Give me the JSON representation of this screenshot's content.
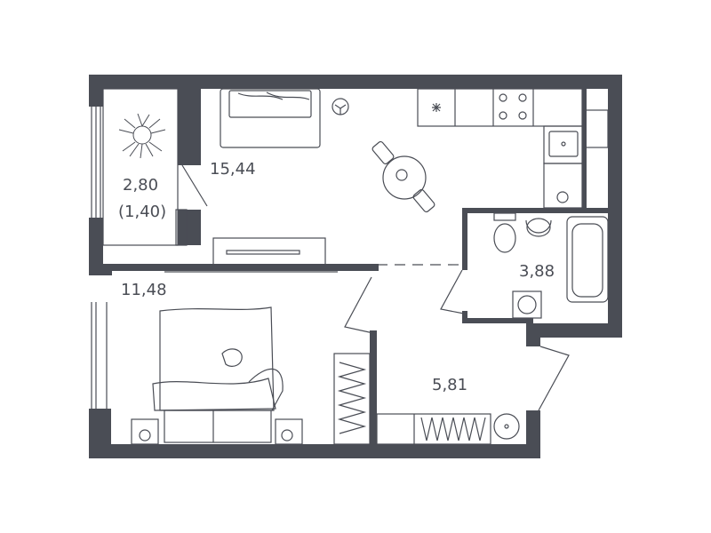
{
  "rooms": {
    "balcony": {
      "area": "2,80",
      "reduced_area": "(1,40)"
    },
    "living_kitchen": {
      "area": "15,44"
    },
    "bedroom": {
      "area": "11,48"
    },
    "bathroom": {
      "area": "3,88"
    },
    "hallway": {
      "area": "5,81"
    }
  },
  "colors": {
    "wall": "#4a4d55",
    "line": "#4a4d55",
    "background": "#ffffff"
  }
}
